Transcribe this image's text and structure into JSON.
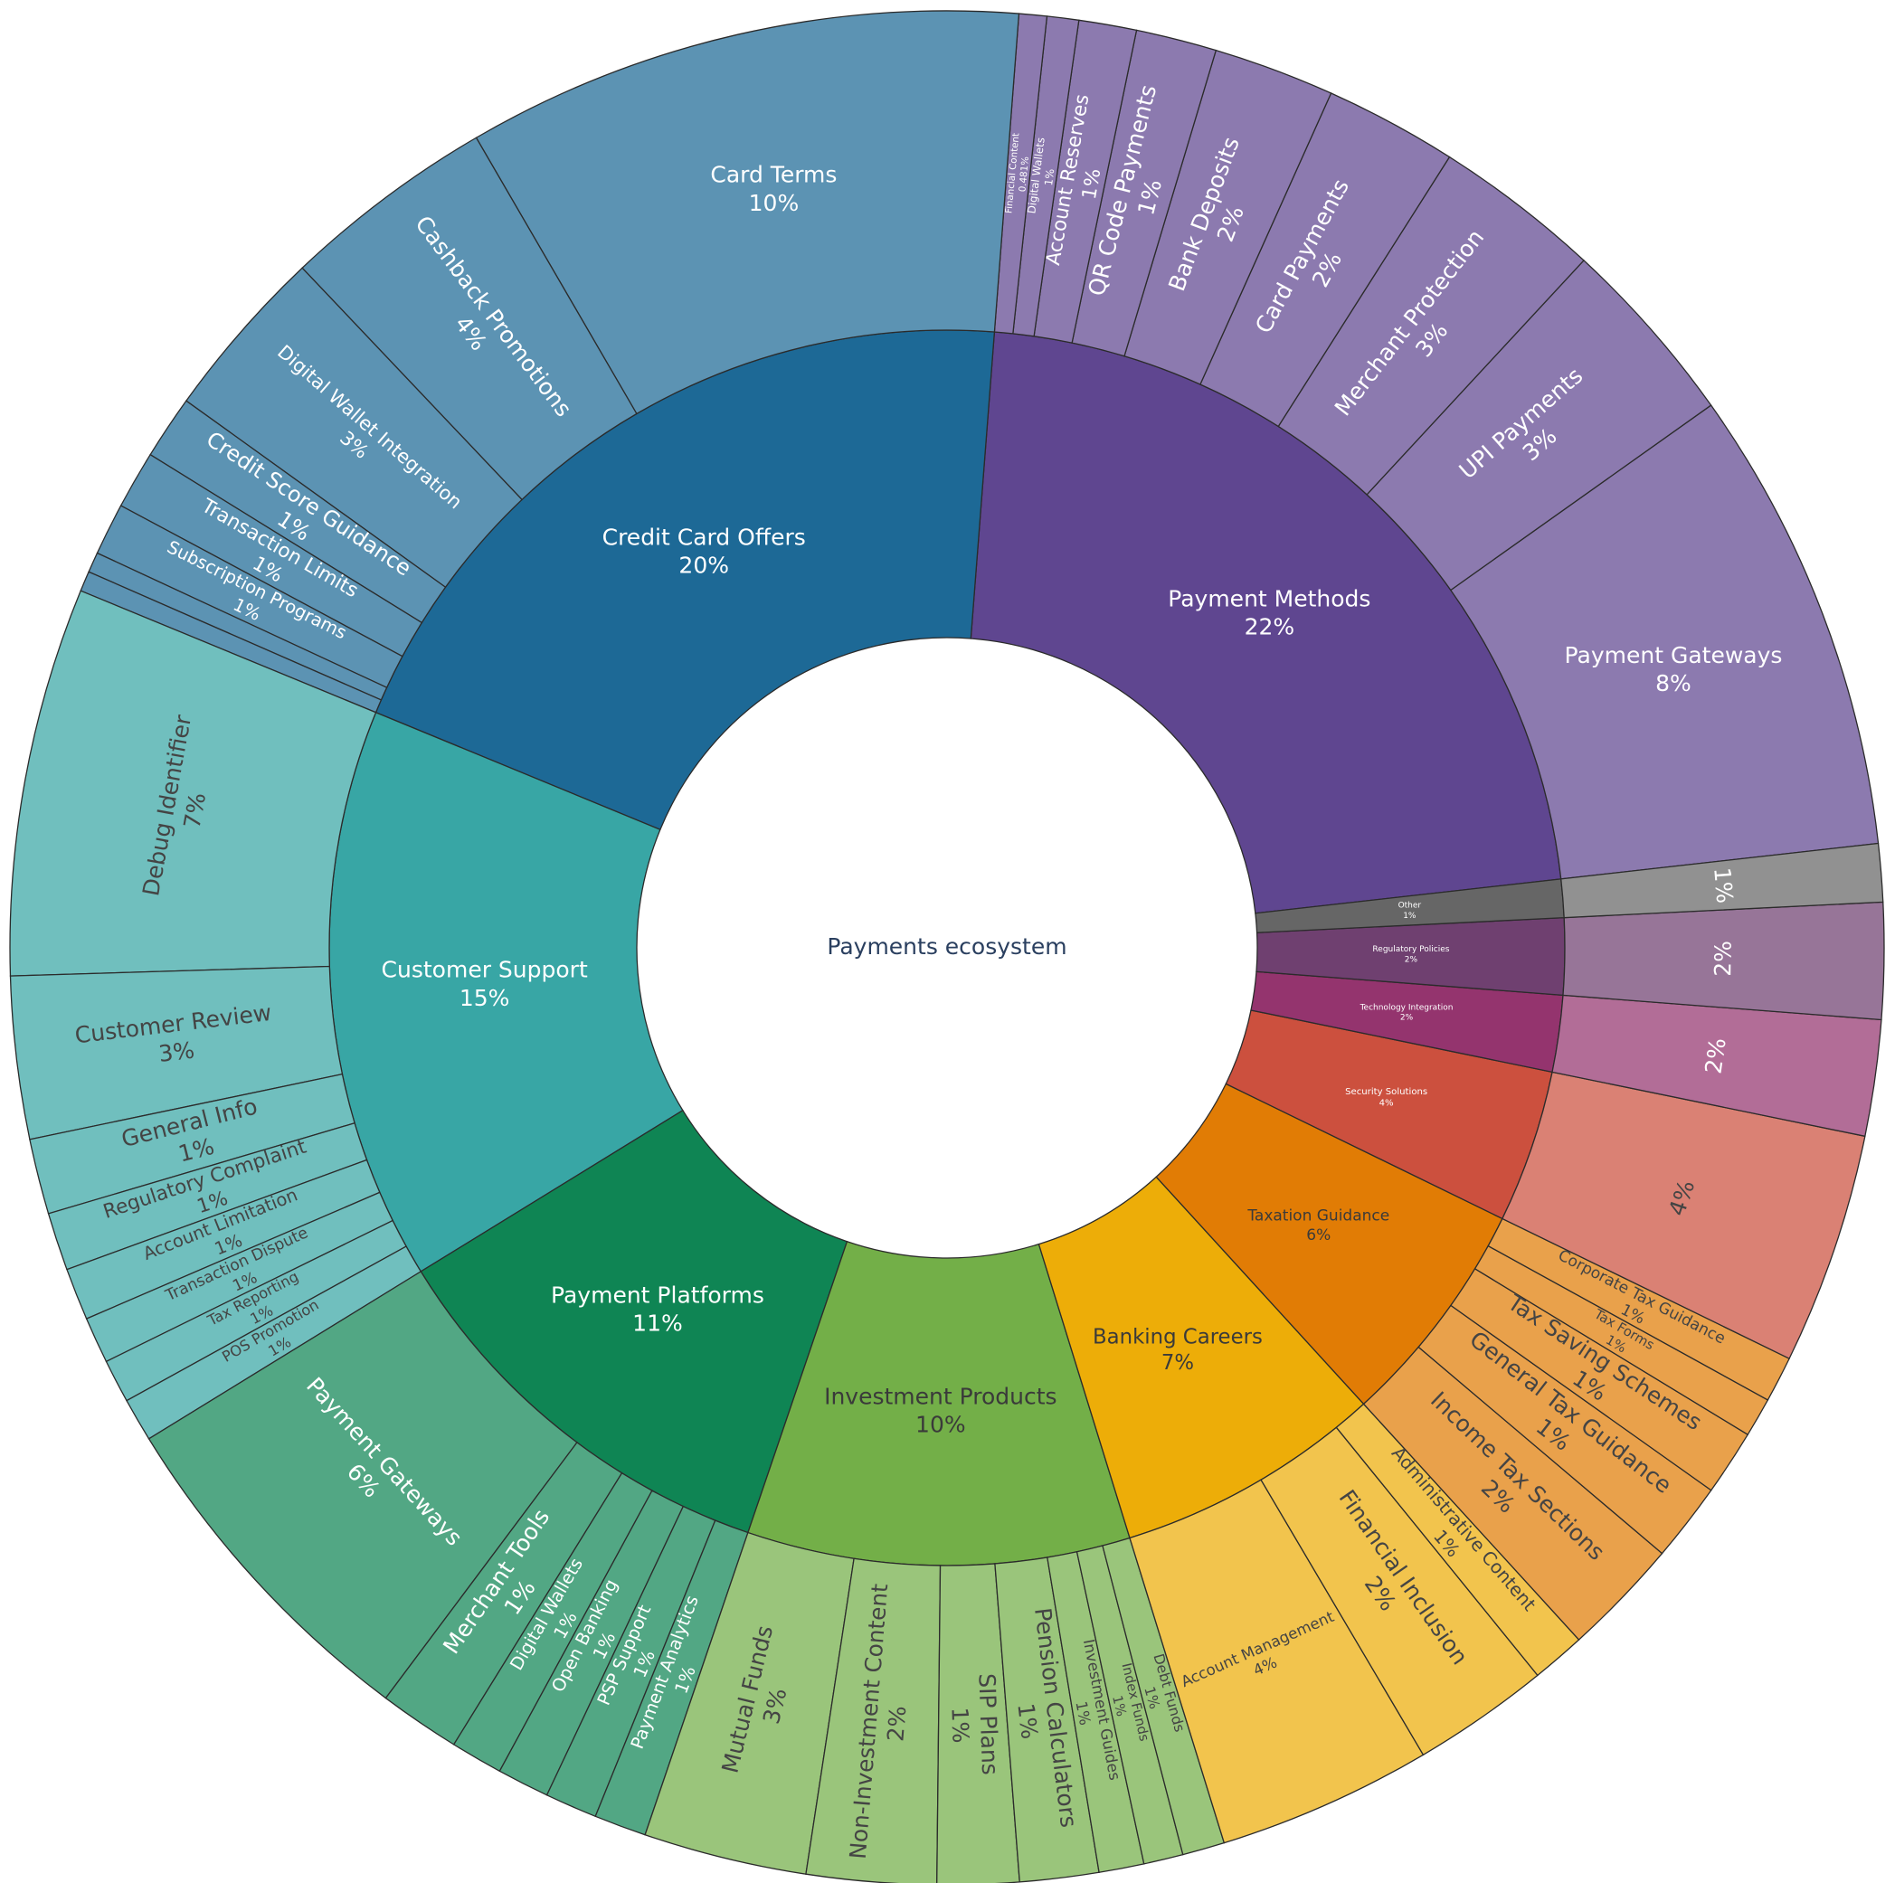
{
  "chart_data": {
    "type": "sunburst",
    "root": "Payments ecosystem",
    "children": [
      {
        "name": "Payment Methods",
        "value": 22,
        "color": "#5f4690",
        "children": [
          {
            "name": "Payment Gateways",
            "label": "8%",
            "value": 8.1
          },
          {
            "name": "UPI Payments",
            "label": "3%",
            "value": 3.3
          },
          {
            "name": "Merchant Protection",
            "label": "3%",
            "value": 2.9
          },
          {
            "name": "Card Payments",
            "label": "2%",
            "value": 2.3
          },
          {
            "name": "Bank Deposits",
            "label": "2%",
            "value": 2.1
          },
          {
            "name": "QR Code Payments",
            "label": "1%",
            "value": 1.4
          },
          {
            "name": "Account Reserves",
            "label": "1%",
            "value": 1.0
          },
          {
            "name": "Digital Wallets",
            "label": "1%",
            "value": 0.55
          },
          {
            "name": "Financial Content",
            "label": "0.481%",
            "value": 0.481
          }
        ]
      },
      {
        "name": "Credit Card Offers",
        "value": 20,
        "color": "#1d6996",
        "children": [
          {
            "name": "Card Terms",
            "label": "10%",
            "value": 9.6
          },
          {
            "name": "Cashback Promotions",
            "label": "4%",
            "value": 3.7
          },
          {
            "name": "Digital Wallet Integration",
            "label": "3%",
            "value": 3.0
          },
          {
            "name": "Credit Score Guidance",
            "label": "1%",
            "value": 1.1
          },
          {
            "name": "Transaction Limits",
            "label": "1%",
            "value": 1.0
          },
          {
            "name": "Subscription Programs",
            "label": "1%",
            "value": 0.9
          },
          {
            "name": "",
            "label": "",
            "value": 0.35
          },
          {
            "name": "",
            "label": "",
            "value": 0.35
          }
        ]
      },
      {
        "name": "Customer Support",
        "value": 15,
        "color": "#38a6a5",
        "children": [
          {
            "name": "Debug Identifier",
            "label": "7%",
            "value": 6.7
          },
          {
            "name": "Customer Review",
            "label": "3%",
            "value": 2.8
          },
          {
            "name": "General Info",
            "label": "1%",
            "value": 1.3
          },
          {
            "name": "Regulatory Complaint",
            "label": "1%",
            "value": 1.0
          },
          {
            "name": "Account Limitation",
            "label": "1%",
            "value": 0.9
          },
          {
            "name": "Transaction Dispute",
            "label": "1%",
            "value": 0.8
          },
          {
            "name": "Tax Reporting",
            "label": "1%",
            "value": 0.75
          },
          {
            "name": "POS Promotion",
            "label": "1%",
            "value": 0.75
          }
        ]
      },
      {
        "name": "Payment Platforms",
        "value": 11,
        "color": "#0f8554",
        "children": [
          {
            "name": "Payment Gateways",
            "label": "6%",
            "value": 6.0
          },
          {
            "name": "Merchant Tools",
            "label": "1%",
            "value": 1.4
          },
          {
            "name": "Digital Wallets",
            "label": "1%",
            "value": 0.9
          },
          {
            "name": "Open Banking",
            "label": "1%",
            "value": 0.9
          },
          {
            "name": "PSP Support",
            "label": "1%",
            "value": 0.9
          },
          {
            "name": "Payment Analytics",
            "label": "1%",
            "value": 0.9
          }
        ]
      },
      {
        "name": "Investment Products",
        "value": 10,
        "color": "#73af48",
        "children": [
          {
            "name": "Mutual Funds",
            "label": "3%",
            "value": 2.9
          },
          {
            "name": "Non-Investment Content",
            "label": "2%",
            "value": 2.3
          },
          {
            "name": "SIP Plans",
            "label": "1%",
            "value": 1.45
          },
          {
            "name": "Pension Calculators",
            "label": "1%",
            "value": 1.4
          },
          {
            "name": "Investment Guides",
            "label": "1%",
            "value": 0.8
          },
          {
            "name": "Index Funds",
            "label": "1%",
            "value": 0.7
          },
          {
            "name": "Debt Funds",
            "label": "1%",
            "value": 0.75
          }
        ]
      },
      {
        "name": "Banking Careers",
        "value": 7,
        "color": "#edad08",
        "children": [
          {
            "name": "Account Management",
            "label": "4%",
            "value": 3.6
          },
          {
            "name": "Financial Inclusion",
            "label": "2%",
            "value": 2.3
          },
          {
            "name": "Administrative Content",
            "label": "1%",
            "value": 0.9
          }
        ]
      },
      {
        "name": "Taxation Guidance",
        "value": 6,
        "color": "#e17c05",
        "children": [
          {
            "name": "Income Tax Sections",
            "label": "2%",
            "value": 1.8
          },
          {
            "name": "General Tax Guidance",
            "label": "1%",
            "value": 1.2
          },
          {
            "name": "Tax Saving Schemes",
            "label": "1%",
            "value": 1.0
          },
          {
            "name": "Tax Forms",
            "label": "1%",
            "value": 0.6
          },
          {
            "name": "Corporate Tax Guidance",
            "label": "1%",
            "value": 0.7
          }
        ]
      },
      {
        "name": "Security Solutions",
        "value": 4,
        "color": "#cc503e",
        "children": [
          {
            "name": "",
            "label": "4%",
            "value": 4.2
          }
        ]
      },
      {
        "name": "Technology Integration",
        "value": 2,
        "color": "#94346e",
        "children": [
          {
            "name": "",
            "label": "2%",
            "value": 1.8
          }
        ]
      },
      {
        "name": "Regulatory Policies",
        "value": 2,
        "color": "#6f4070",
        "children": [
          {
            "name": "",
            "label": "2%",
            "value": 1.5
          }
        ]
      },
      {
        "name": "Other",
        "label": "1%",
        "value": 1,
        "color": "#666666",
        "children": [
          {
            "name": "",
            "label": "1%",
            "value": 1.1
          }
        ]
      }
    ]
  }
}
